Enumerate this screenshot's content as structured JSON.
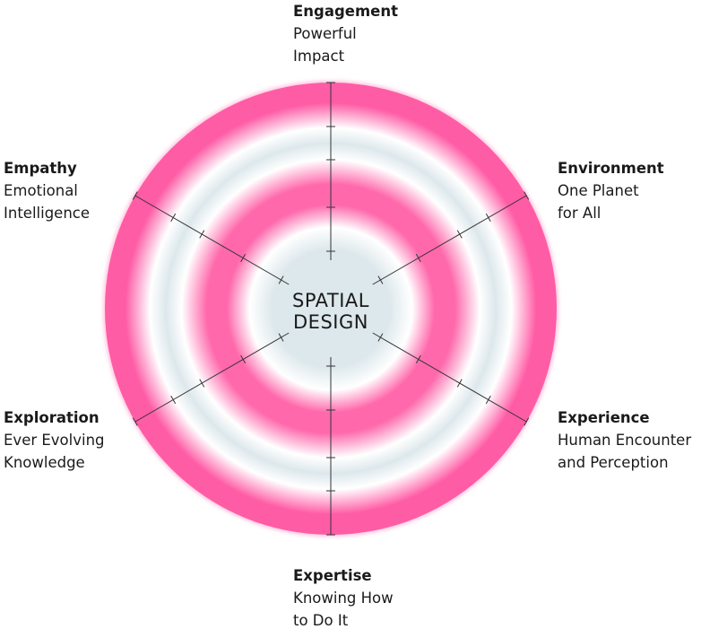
{
  "center": {
    "lines": [
      "SPATIAL",
      "DESIGN"
    ]
  },
  "colors": {
    "pink": "#ff5ca6",
    "pale_blue": "#dde8ec",
    "axis": "#333333"
  },
  "dimensions": [
    {
      "id": "engagement",
      "title": "Engagement",
      "lines": [
        "Powerful",
        "Impact"
      ]
    },
    {
      "id": "environment",
      "title": "Environment",
      "lines": [
        "One Planet",
        "for All"
      ]
    },
    {
      "id": "experience",
      "title": "Experience",
      "lines": [
        "Human Encounter",
        "and Perception"
      ]
    },
    {
      "id": "expertise",
      "title": "Expertise",
      "lines": [
        "Knowing How",
        "to Do It"
      ]
    },
    {
      "id": "exploration",
      "title": "Exploration",
      "lines": [
        "Ever Evolving",
        "Knowledge"
      ]
    },
    {
      "id": "empathy",
      "title": "Empathy",
      "lines": [
        "Emotional",
        "Intelligence"
      ]
    }
  ]
}
